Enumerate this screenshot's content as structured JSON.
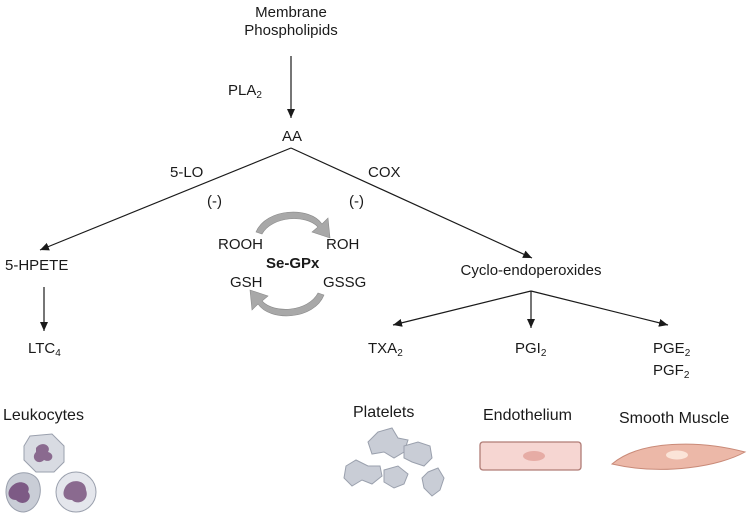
{
  "source_top": {
    "line1": "Membrane",
    "line2": "Phospholipids"
  },
  "enzyme_pla": {
    "base": "PLA",
    "sub": "2"
  },
  "aa": "AA",
  "enzyme_lo": "5-LO",
  "enzyme_cox": "COX",
  "inhibit_left": "(-)",
  "inhibit_right": "(-)",
  "redox": {
    "rooh": "ROOH",
    "roh": "ROH",
    "gsh": "GSH",
    "gssg": "GSSG",
    "center": "Se-GPx"
  },
  "hpete": "5-HPETE",
  "ltc": {
    "base": "LTC",
    "sub": "4"
  },
  "cyclo": "Cyclo-endoperoxides",
  "txa": {
    "base": "TXA",
    "sub": "2"
  },
  "pgi": {
    "base": "PGI",
    "sub": "2"
  },
  "pge": {
    "base": "PGE",
    "sub": "2"
  },
  "pgf": {
    "base": "PGF",
    "sub": "2"
  },
  "cells": {
    "leukocytes": "Leukocytes",
    "platelets": "Platelets",
    "endothelium": "Endothelium",
    "smooth_muscle": "Smooth Muscle"
  },
  "colors": {
    "line": "#1a1a1a",
    "cell_fill": "#c9cdd6",
    "cell_nucleus": "#8a6a8f",
    "endothelium_fill": "#f6d6d2",
    "endothelium_nucleus": "#e6aca5",
    "muscle_fill": "#ecb8a8",
    "muscle_nucleus": "#fbe4d8",
    "redox_arrow": "#a8a8a8"
  }
}
